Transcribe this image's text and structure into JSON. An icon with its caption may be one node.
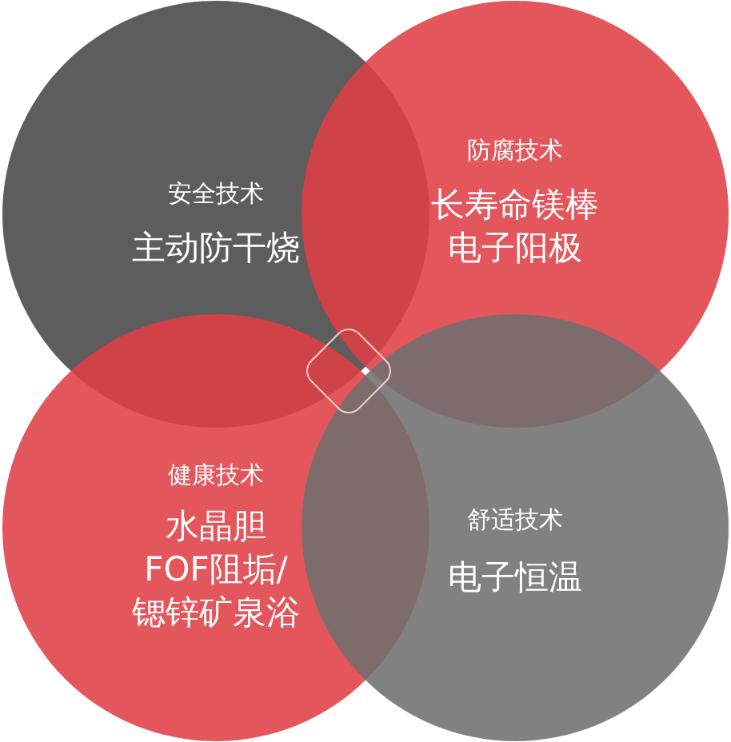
{
  "diagram": {
    "nodes": [
      {
        "text": [
          "安全技术",
          "主动防干烧"
        ]
      },
      {
        "text": [
          "防腐技术",
          "长寿命镁棒电子阳极"
        ]
      },
      {
        "text": [
          "健康技术",
          "水晶胆FOF阻垢/锶锌矿泉浴"
        ]
      },
      {
        "text": [
          "舒适技术",
          "电子恒温"
        ]
      }
    ]
  }
}
